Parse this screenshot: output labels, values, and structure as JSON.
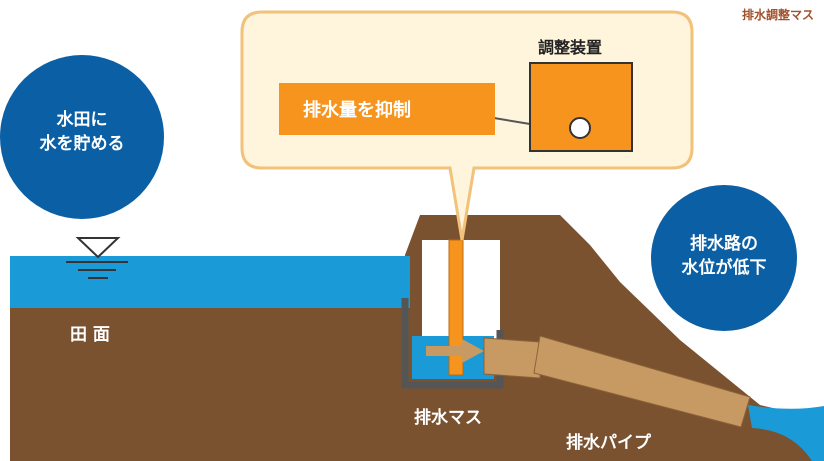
{
  "title": "排水調整マス",
  "callout": {
    "device_title": "調整装置",
    "label": "排水量を抑制"
  },
  "left_circle": {
    "line1": "水田に",
    "line2": "水を貯める"
  },
  "right_circle": {
    "line1": "排水路の",
    "line2": "水位が低下"
  },
  "labels": {
    "field_surface": "田 面",
    "drain_box": "排水マス",
    "drain_pipe": "排水パイプ"
  },
  "colors": {
    "soil": "#7a5230",
    "water": "#1a9ad6",
    "circle": "#0b5fa5",
    "orange": "#f7941d",
    "callout_bg": "#fff4dc",
    "callout_border": "#f2c27a",
    "pipe": "#c79a64"
  }
}
